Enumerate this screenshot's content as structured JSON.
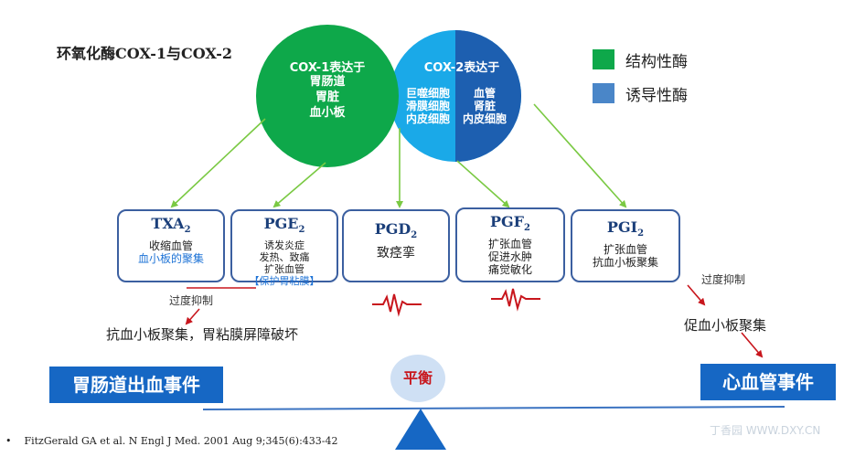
{
  "title": "环氧化酶COX-1与COX-2",
  "legend": [
    {
      "label": "结构性酶",
      "color": "#0ea84a"
    },
    {
      "label": "诱导性酶",
      "color": "#4a86c8"
    }
  ],
  "cox1": {
    "heading": "COX-1表达于",
    "sites": [
      "胃肠道",
      "胃脏",
      "血小板"
    ],
    "color": "#0ea84a"
  },
  "cox2": {
    "heading": "COX-2表达于",
    "left_sites": [
      "巨噬细胞",
      "滑膜细胞",
      "内皮细胞"
    ],
    "right_sites": [
      "血管",
      "肾脏",
      "内皮细胞"
    ],
    "color_light": "#1aa9e8",
    "color_dark": "#1d5fb0"
  },
  "prostanoids": [
    {
      "name": "TXA",
      "sub": "2",
      "lines": [
        "收缩血管"
      ],
      "blue_lines": [
        "血小板的聚集"
      ]
    },
    {
      "name": "PGE",
      "sub": "2",
      "lines": [
        "诱发炎症",
        "发热、致痛",
        "扩张血管"
      ],
      "blue_lines": [
        "【保护胃粘膜】"
      ]
    },
    {
      "name": "PGD",
      "sub": "2",
      "lines": [
        "致痉挛"
      ],
      "blue_lines": []
    },
    {
      "name": "PGF",
      "sub": "2",
      "lines": [
        "扩张血管",
        "促进水肿",
        "痛觉敏化"
      ],
      "blue_lines": []
    },
    {
      "name": "PGI",
      "sub": "2",
      "lines": [
        "扩张血管",
        "抗血小板聚集"
      ],
      "blue_lines": []
    }
  ],
  "left": {
    "note": "过度抑制",
    "effect": "抗血小板聚集，胃粘膜屏障破坏",
    "event": "胃肠道出血事件"
  },
  "right": {
    "note": "过度抑制",
    "effect": "促血小板聚集",
    "event": "心血管事件"
  },
  "balance": "平衡",
  "reference": "FitzGerald GA et al.  N Engl J Med. 2001 Aug 9;345(6):433-42",
  "watermark": "丁香园 WWW.DXY.CN"
}
